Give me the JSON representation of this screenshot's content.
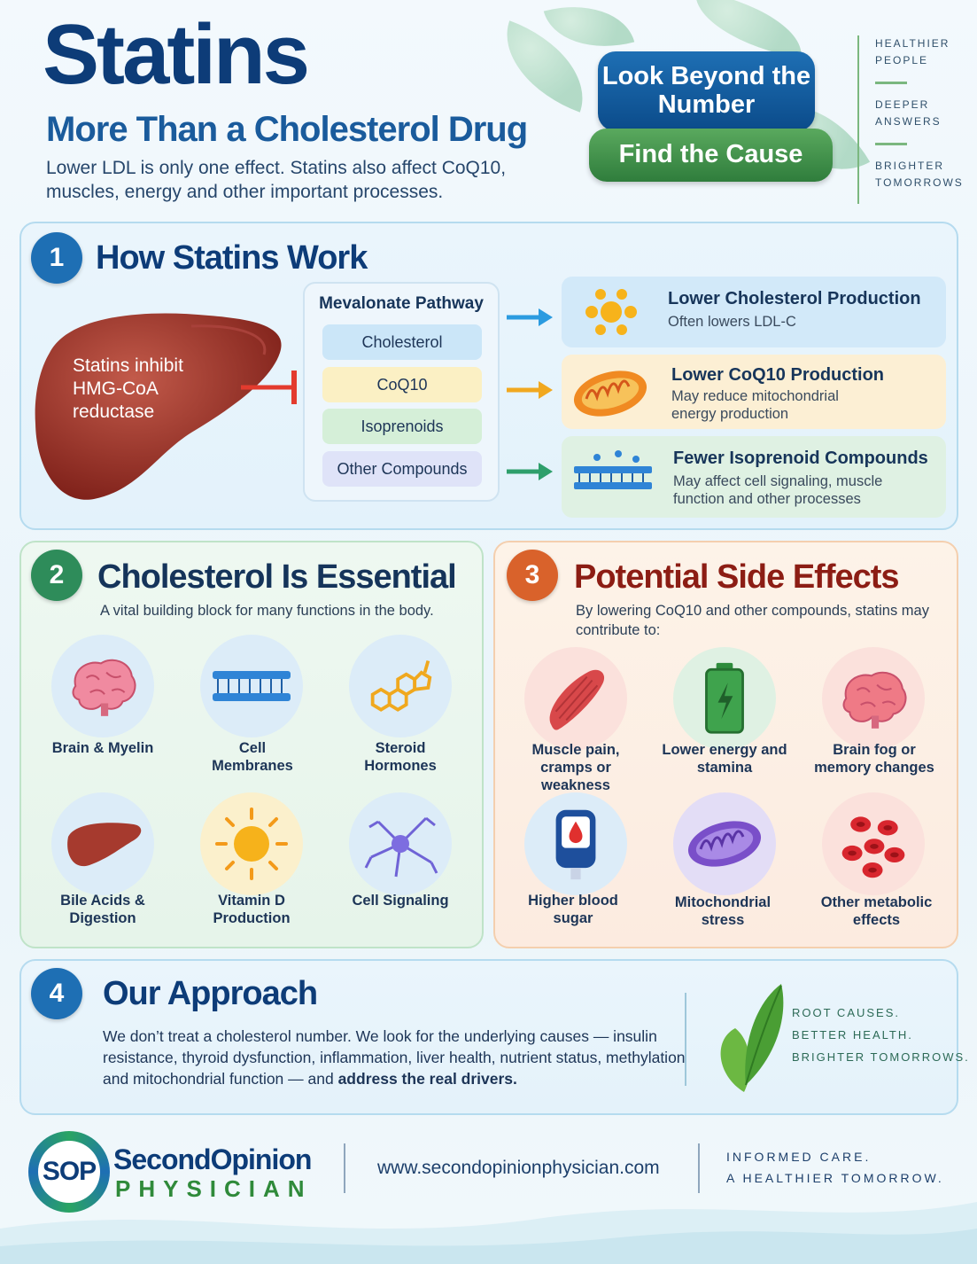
{
  "header": {
    "title": "Statins",
    "subtitle": "More Than a Cholesterol Drug",
    "intro": "Lower LDL is only one effect. Statins also affect CoQ10, muscles, energy and other important processes.",
    "pill_primary": "Look Beyond the Number",
    "pill_secondary": "Find the Cause",
    "tagline": [
      "HEALTHIER PEOPLE",
      "DEEPER ANSWERS",
      "BRIGHTER TOMORROWS"
    ]
  },
  "section1": {
    "number": "1",
    "title": "How Statins Work",
    "liver_text": "Statins inhibit HMG-CoA reductase",
    "pathway_title": "Mevalonate Pathway",
    "pathway_items": [
      "Cholesterol",
      "CoQ10",
      "Isoprenoids",
      "Other Compounds"
    ],
    "cards": [
      {
        "title": "Lower Cholesterol Production",
        "desc": "Often lowers LDL-C",
        "icon": "cholesterol-molecules-icon"
      },
      {
        "title": "Lower CoQ10 Production",
        "desc": "May reduce mitochondrial energy production",
        "icon": "mitochondria-icon"
      },
      {
        "title": "Fewer Isoprenoid Compounds",
        "desc": "May affect cell signaling, muscle function and other processes",
        "icon": "cell-membrane-icon"
      }
    ]
  },
  "section2": {
    "number": "2",
    "title": "Cholesterol Is Essential",
    "subtitle": "A vital building block for many functions in the body.",
    "items": [
      {
        "label": "Brain & Myelin",
        "icon": "brain-icon"
      },
      {
        "label": "Cell Membranes",
        "icon": "cell-membrane-icon"
      },
      {
        "label": "Steroid Hormones",
        "icon": "steroid-molecule-icon"
      },
      {
        "label": "Bile Acids & Digestion",
        "icon": "liver-icon"
      },
      {
        "label": "Vitamin D Production",
        "icon": "sun-icon"
      },
      {
        "label": "Cell Signaling",
        "icon": "neuron-icon"
      }
    ]
  },
  "section3": {
    "number": "3",
    "title": "Potential Side Effects",
    "subtitle": "By lowering CoQ10 and other compounds, statins may contribute to:",
    "items": [
      {
        "label": "Muscle pain, cramps or weakness",
        "icon": "muscle-icon"
      },
      {
        "label": "Lower energy and stamina",
        "icon": "battery-icon"
      },
      {
        "label": "Brain fog or memory changes",
        "icon": "brain-icon"
      },
      {
        "label": "Higher blood sugar",
        "icon": "glucose-meter-icon"
      },
      {
        "label": "Mitochondrial stress",
        "icon": "mitochondria-icon"
      },
      {
        "label": "Other metabolic effects",
        "icon": "blood-cells-icon"
      }
    ]
  },
  "section4": {
    "number": "4",
    "title": "Our Approach",
    "text": "We don’t treat a cholesterol number. We look for the underlying causes — insulin resistance, thyroid dysfunction, inflammation, liver health, nutrient status, methylation and mitochondrial function — and ",
    "text_bold": "address the real drivers.",
    "tagline": [
      "ROOT CAUSES.",
      "BETTER HEALTH.",
      "BRIGHTER TOMORROWS."
    ]
  },
  "footer": {
    "logo_mark": "SOP",
    "logo_name": "SecondOpinion",
    "logo_sub": "PHYSICIAN",
    "url": "www.secondopinionphysician.com",
    "tagline": [
      "INFORMED CARE.",
      "A HEALTHIER TOMORROW."
    ]
  },
  "colors": {
    "navy": "#0d3c78",
    "blue": "#1e6fb4",
    "green": "#2f8a3a",
    "orange": "#d9622b",
    "red_title": "#8c1d14"
  }
}
